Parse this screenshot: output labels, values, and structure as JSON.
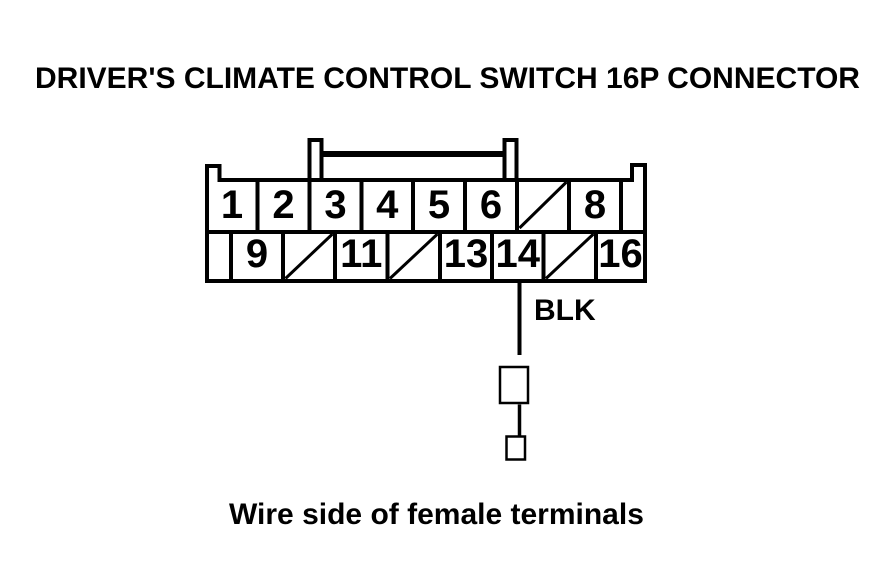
{
  "title": "DRIVER'S CLIMATE CONTROL SWITCH 16P CONNECTOR",
  "caption": "Wire side of female terminals",
  "wire": {
    "color_label": "BLK",
    "from_pin": "14"
  },
  "colors": {
    "line": "#000000",
    "background": "#ffffff"
  },
  "connector": {
    "pin_count_label": "16P",
    "row_top": {
      "cells": [
        {
          "type": "pin",
          "label": "1"
        },
        {
          "type": "pin",
          "label": "2"
        },
        {
          "type": "pin",
          "label": "3"
        },
        {
          "type": "pin",
          "label": "4"
        },
        {
          "type": "pin",
          "label": "5"
        },
        {
          "type": "pin",
          "label": "6"
        },
        {
          "type": "missing-pin-diagonal",
          "label": ""
        },
        {
          "type": "pin",
          "label": "8"
        },
        {
          "type": "blank",
          "label": ""
        }
      ]
    },
    "row_bottom": {
      "cells": [
        {
          "type": "blank",
          "label": ""
        },
        {
          "type": "pin",
          "label": "9"
        },
        {
          "type": "missing-pin-diagonal",
          "label": ""
        },
        {
          "type": "pin",
          "label": "11"
        },
        {
          "type": "missing-pin-diagonal",
          "label": ""
        },
        {
          "type": "pin",
          "label": "13"
        },
        {
          "type": "pin",
          "label": "14"
        },
        {
          "type": "missing-pin-diagonal",
          "label": ""
        },
        {
          "type": "pin",
          "label": "16"
        }
      ]
    }
  }
}
